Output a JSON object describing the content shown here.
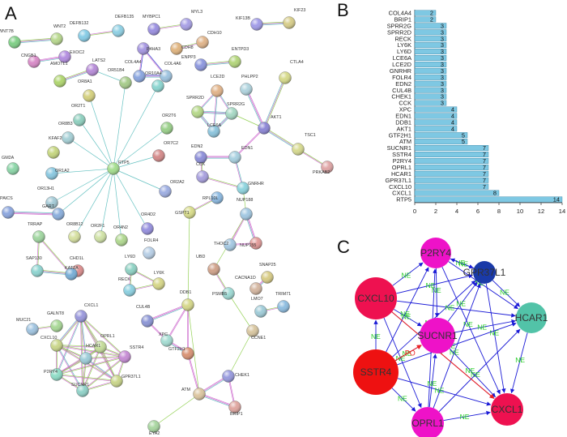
{
  "panels": {
    "a": "A",
    "b": "B",
    "c": "C"
  },
  "network_a": {
    "nodes": [
      {
        "id": "WNT7B",
        "label": "WNT7B",
        "color": "#7fcf86"
      },
      {
        "id": "WNT2",
        "label": "WNT2",
        "color": "#b8d88e"
      },
      {
        "id": "DEFB135",
        "label": "DEFB135",
        "color": "#8fd0e4"
      },
      {
        "id": "DEFB132",
        "label": "DEFB132",
        "color": "#86cce6"
      },
      {
        "id": "MYBPC1",
        "label": "MYBPC1",
        "color": "#9a8fe0"
      },
      {
        "id": "MYL3",
        "label": "MYL3",
        "color": "#a8a0e6"
      },
      {
        "id": "KIF13B",
        "label": "KIF13B",
        "color": "#a19ce8"
      },
      {
        "id": "KIF23",
        "label": "KIF23",
        "color": "#d7cd8a"
      },
      {
        "id": "CNGB1",
        "label": "CNGB1",
        "color": "#d88ac7"
      },
      {
        "id": "EXOC2",
        "label": "EXOC2",
        "color": "#b38de0"
      },
      {
        "id": "P4HA3",
        "label": "P4HA3",
        "color": "#a596e0"
      },
      {
        "id": "CDH8",
        "label": "CDH8",
        "color": "#e0b47f"
      },
      {
        "id": "CDH10",
        "label": "CDH10",
        "color": "#e0b48a"
      },
      {
        "id": "AMOT1L",
        "label": "AMOTL1",
        "color": "#b0d66f"
      },
      {
        "id": "LATS2",
        "label": "LATS2",
        "color": "#b78cd8"
      },
      {
        "id": "COL4A4",
        "label": "COL4A4",
        "color": "#8aa6df"
      },
      {
        "id": "COL4A6",
        "label": "COL4A6",
        "color": "#9dc3df"
      },
      {
        "id": "ENPP3",
        "label": "ENPP3",
        "color": "#8c97de"
      },
      {
        "id": "ENTPD3",
        "label": "ENTPD3",
        "color": "#b3d57a"
      },
      {
        "id": "OR8A1",
        "label": "OR8A1",
        "color": "#d4d07e"
      },
      {
        "id": "OR51B4",
        "label": "OR51B4",
        "color": "#a6cb8a"
      },
      {
        "id": "OR10A4",
        "label": "OR10A4",
        "color": "#8ad5d0"
      },
      {
        "id": "LCE2D",
        "label": "LCE2D",
        "color": "#e2b48a"
      },
      {
        "id": "CTLA4",
        "label": "CTLA4",
        "color": "#d6da8a"
      },
      {
        "id": "PHLPP2",
        "label": "PHLPP2",
        "color": "#b0d4de"
      },
      {
        "id": "OR2T1",
        "label": "OR2T1",
        "color": "#8fd0bf"
      },
      {
        "id": "SPRR2D",
        "label": "SPRR2D",
        "color": "#b6d88a"
      },
      {
        "id": "SPRR2G",
        "label": "SPRR2G",
        "color": "#a6d8c4"
      },
      {
        "id": "OR2T6",
        "label": "OR2T6",
        "color": "#9ad08a"
      },
      {
        "id": "AKT1",
        "label": "AKT1",
        "color": "#8c86d6"
      },
      {
        "id": "LCE6A",
        "label": "LCE6A",
        "color": "#8cc4dc"
      },
      {
        "id": "OR8B3",
        "label": "OR8B3",
        "color": "#a6d0d6"
      },
      {
        "id": "KFAF2",
        "label": "KFAF2",
        "color": "#c6d680"
      },
      {
        "id": "RTP5",
        "label": "RTP5",
        "color": "#a4de8e"
      },
      {
        "id": "OR7C2",
        "label": "OR7C2",
        "color": "#d48a8a"
      },
      {
        "id": "EDN2",
        "label": "EDN2",
        "color": "#8c8ed8"
      },
      {
        "id": "EDN1",
        "label": "EDN1",
        "color": "#a8d0e0"
      },
      {
        "id": "TSC1",
        "label": "TSC1",
        "color": "#d7da90"
      },
      {
        "id": "PRKAB2",
        "label": "PRKAB2",
        "color": "#e0a6a6"
      },
      {
        "id": "GM2A",
        "label": "GM2A",
        "color": "#8cd6a8"
      },
      {
        "id": "OR1A2",
        "label": "OR1A2",
        "color": "#8ac8e0"
      },
      {
        "id": "CCK",
        "label": "CCK",
        "color": "#a8a0de"
      },
      {
        "id": "GNRHR",
        "label": "GNRHR",
        "color": "#8ed4de"
      },
      {
        "id": "OR13H1",
        "label": "OR13H1",
        "color": "#a4cad6"
      },
      {
        "id": "OR2A2",
        "label": "OR2A2",
        "color": "#9eaee2"
      },
      {
        "id": "RPL10L",
        "label": "RPL10L",
        "color": "#8ab8e0"
      },
      {
        "id": "PAICS",
        "label": "PAICS",
        "color": "#8ca6de"
      },
      {
        "id": "GART",
        "label": "GART",
        "color": "#8aaedc"
      },
      {
        "id": "OR8B12",
        "label": "OR8B12",
        "color": "#d6e0a0"
      },
      {
        "id": "OR4N2",
        "label": "OR4N2",
        "color": "#b0d890"
      },
      {
        "id": "OR4D2",
        "label": "OR4D2",
        "color": "#9690de"
      },
      {
        "id": "NUP188",
        "label": "NUP188",
        "color": "#a2c8e2"
      },
      {
        "id": "GSPT1",
        "label": "GSPT1",
        "color": "#d8dc8a"
      },
      {
        "id": "OR2F1",
        "label": "OR2F1",
        "color": "#d0e2a6"
      },
      {
        "id": "FOLR4",
        "label": "FOLR4",
        "color": "#b8cfe6"
      },
      {
        "id": "TRRAP",
        "label": "TRRAP",
        "color": "#a0d6a0"
      },
      {
        "id": "THOC2",
        "label": "THOC2",
        "color": "#a4c8e2"
      },
      {
        "id": "NUP155",
        "label": "NUP155",
        "color": "#e29a98"
      },
      {
        "id": "CHD1L",
        "label": "CHD1L",
        "color": "#dc8e8e"
      },
      {
        "id": "LY6D",
        "label": "LY6D",
        "color": "#8fd2c4"
      },
      {
        "id": "UBD",
        "label": "UBD",
        "color": "#d0a28a"
      },
      {
        "id": "SNAP25",
        "label": "SNAP25",
        "color": "#d8cc86"
      },
      {
        "id": "SAP130",
        "label": "SAP130",
        "color": "#8ed4d0"
      },
      {
        "id": "KAT2A",
        "label": "KAT2A",
        "color": "#78aed6"
      },
      {
        "id": "RECK",
        "label": "RECK",
        "color": "#8cd0e0"
      },
      {
        "id": "LY6K",
        "label": "LY6K",
        "color": "#d6d688"
      },
      {
        "id": "CACNA1D",
        "label": "CACNA1D",
        "color": "#d4b6a0"
      },
      {
        "id": "PSMB5",
        "label": "PSMB5",
        "color": "#9edad4"
      },
      {
        "id": "TRIM71",
        "label": "TRIM71",
        "color": "#8ebde0"
      },
      {
        "id": "LMO7",
        "label": "LMO7",
        "color": "#a0ccd8"
      },
      {
        "id": "MUC21",
        "label": "MUC21",
        "color": "#a0c4e0"
      },
      {
        "id": "GALNT8",
        "label": "GALNT8",
        "color": "#a8d896"
      },
      {
        "id": "CXCL1",
        "label": "CXCL1",
        "color": "#9a98dc"
      },
      {
        "id": "CUL4B",
        "label": "CUL4B",
        "color": "#8c96d6"
      },
      {
        "id": "DDB1",
        "label": "DDB1",
        "color": "#d6d88a"
      },
      {
        "id": "CCNE1",
        "label": "CCNE1",
        "color": "#d8c6a0"
      },
      {
        "id": "CXCL10",
        "label": "CXCL10",
        "color": "#cad68a"
      },
      {
        "id": "OPRL1",
        "label": "OPRL1",
        "color": "#c4dc98"
      },
      {
        "id": "HCAR1",
        "label": "HCAR1",
        "color": "#9cccd8"
      },
      {
        "id": "SSTR4",
        "label": "SSTR4",
        "color": "#c68cd4"
      },
      {
        "id": "XPC",
        "label": "XPC",
        "color": "#a4dcd2"
      },
      {
        "id": "GTF2H1",
        "label": "GTF2H1",
        "color": "#d89274"
      },
      {
        "id": "P2RY4",
        "label": "P2RY4",
        "color": "#8edcc6"
      },
      {
        "id": "GPR37L1",
        "label": "GPR37L1",
        "color": "#cad68a"
      },
      {
        "id": "SUCNR1",
        "label": "SUCNR1",
        "color": "#90d2c8"
      },
      {
        "id": "CHEK1",
        "label": "CHEK1",
        "color": "#989ade"
      },
      {
        "id": "ATM",
        "label": "ATM",
        "color": "#dcc6a0"
      },
      {
        "id": "BRIP1",
        "label": "BRIP1",
        "color": "#e0a6a0"
      },
      {
        "id": "EYA2",
        "label": "EYA2",
        "color": "#a8d6a0"
      }
    ]
  },
  "chart_data": {
    "type": "bar",
    "orientation": "horizontal",
    "categories": [
      "COL4A4",
      "BRIP1",
      "SPRR2G",
      "SPRR2D",
      "RECK",
      "LY6K",
      "LY6D",
      "LCE6A",
      "LCE2D",
      "GNRHR",
      "FOLR4",
      "EDN2",
      "CUL4B",
      "CHEK1",
      "CCK",
      "XPC",
      "EDN1",
      "DDB1",
      "AKT1",
      "GTF2H1",
      "ATM",
      "SUCNR1",
      "SSTR4",
      "P2RY4",
      "OPRL1",
      "HCAR1",
      "GPR37L1",
      "CXCL10",
      "CXCL1",
      "RTP5"
    ],
    "values": [
      2,
      2,
      3,
      3,
      3,
      3,
      3,
      3,
      3,
      3,
      3,
      3,
      3,
      3,
      3,
      4,
      4,
      4,
      4,
      5,
      5,
      7,
      7,
      7,
      7,
      7,
      7,
      7,
      8,
      14
    ],
    "xlim": [
      0,
      14
    ],
    "xticks": [
      "0",
      "2",
      "4",
      "6",
      "8",
      "10",
      "12",
      "14"
    ],
    "bar_color": "#7ec8e3",
    "value_labels": [
      "2",
      "2",
      "3",
      "3",
      "3",
      "3",
      "3",
      "3",
      "3",
      "3",
      "3",
      "3",
      "3",
      "3",
      "3",
      "4",
      "4",
      "4",
      "4",
      "5",
      "5",
      "7",
      "7",
      "7",
      "7",
      "7",
      "7",
      "7",
      "8",
      "14"
    ]
  },
  "network_c": {
    "nodes": [
      {
        "id": "P2RY4",
        "label": "P2RY4",
        "color": "#ee12c8"
      },
      {
        "id": "GPR37L1",
        "label": "GPR37L1",
        "color": "#1a3aa8"
      },
      {
        "id": "CXCL10",
        "label": "CXCL10",
        "color": "#ee1150"
      },
      {
        "id": "HCAR1",
        "label": "HCAR1",
        "color": "#52c3a8"
      },
      {
        "id": "SUCNR1",
        "label": "SUCNR1",
        "color": "#ee12c8"
      },
      {
        "id": "SSTR4",
        "label": "SSTR4",
        "color": "#ee1111"
      },
      {
        "id": "CXCL1",
        "label": "CXCL1",
        "color": "#ee1150"
      },
      {
        "id": "OPRL1",
        "label": "OPRL1",
        "color": "#ee12c8"
      }
    ],
    "ne_label": "NE",
    "po_label": "PO",
    "edge_color": "#1a1ad6",
    "po_color": "#ee2222"
  }
}
